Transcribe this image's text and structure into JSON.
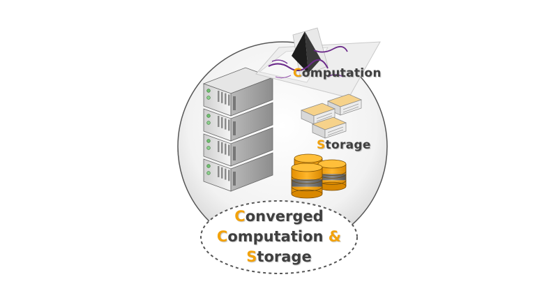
{
  "labels": {
    "computation": {
      "initial": "C",
      "rest": "omputation"
    },
    "storage": {
      "initial": "S",
      "rest": "torage"
    }
  },
  "converged": {
    "line1": {
      "initial": "C",
      "rest": "onverged"
    },
    "line2": {
      "initial": "C",
      "rest": "omputation ",
      "tail": "&"
    },
    "line3": {
      "initial": "S",
      "rest": "torage"
    }
  },
  "icons": [
    "server-rack-icon",
    "tomography-slices-icon",
    "storage-drives-icon",
    "database-cylinders-icon"
  ],
  "colors": {
    "accent": "#f2a20c",
    "text": "#3f3f3f",
    "circle_border": "#555555",
    "ellipse_border": "#555555"
  }
}
